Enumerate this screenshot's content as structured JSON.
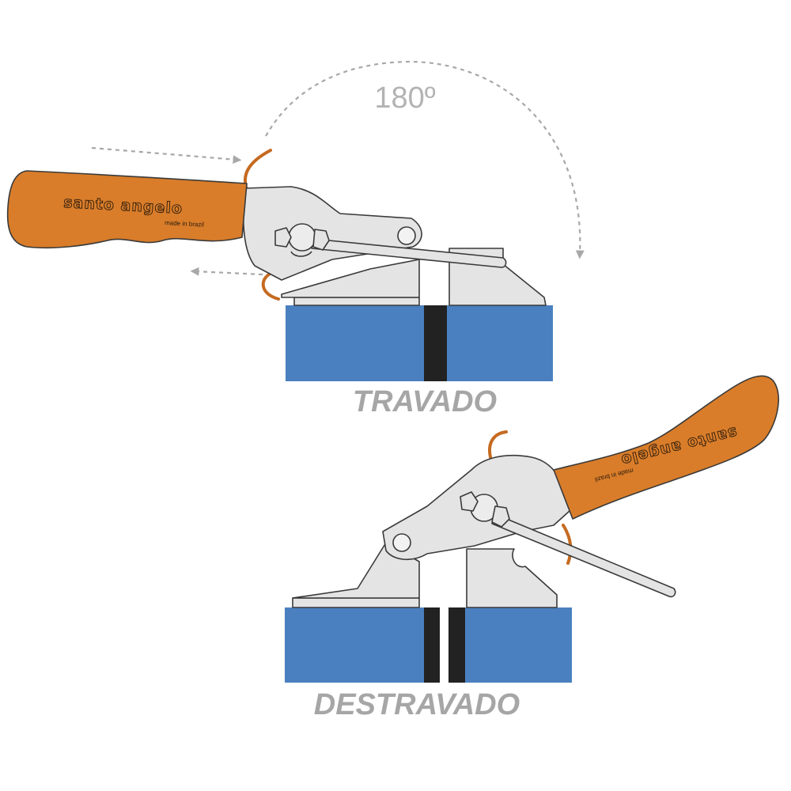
{
  "rotation": {
    "angle_text": "180º"
  },
  "locked": {
    "label": "TRAVADO"
  },
  "unlocked": {
    "label": "DESTRAVADO"
  },
  "handle": {
    "brand": "santo angelo",
    "origin": "made in brazil"
  },
  "colors": {
    "handle": "#d97d2a",
    "base": "#4a80c0",
    "metal": "#e4e4e4",
    "gap": "#222222",
    "label": "#a6a6a6"
  }
}
